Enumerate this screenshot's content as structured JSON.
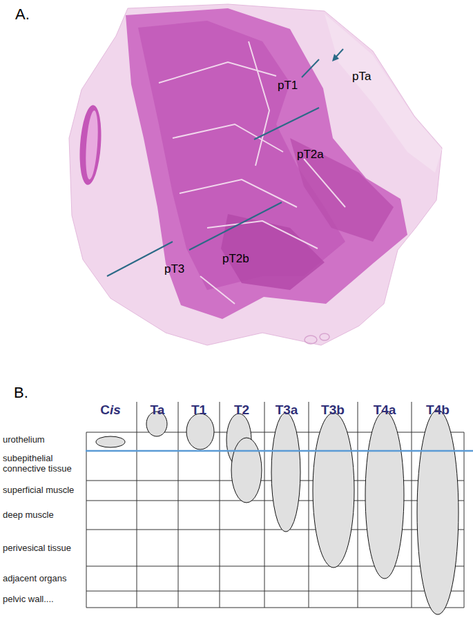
{
  "diagram": {
    "labels": [
      "A.",
      "pT1",
      "pTa",
      "pT2a",
      "pT3",
      "pT2b",
      "B.",
      "Cis",
      "Ta",
      "T1",
      "T2",
      "T3a",
      "T3b",
      "T4a",
      "T4b",
      "urothelium",
      "subepithelial connective tissue",
      "superficial muscle",
      "deep muscle",
      "perivesical tissue",
      "adjacent organs",
      "pelvic wall...."
    ]
  }
}
